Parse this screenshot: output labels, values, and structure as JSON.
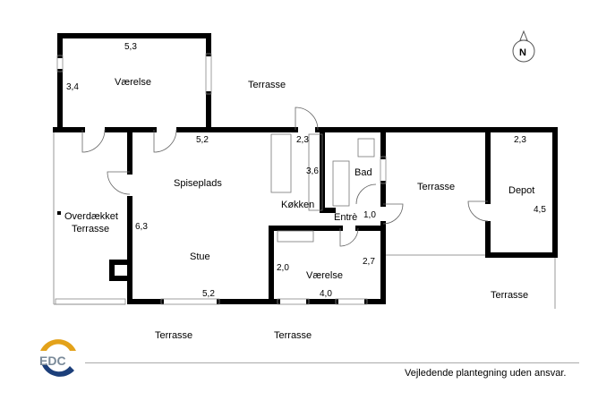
{
  "rooms": {
    "vaerelse_top": "Værelse",
    "terrasse_top": "Terrasse",
    "spiseplads": "Spiseplads",
    "koekken": "Køkken",
    "bad": "Bad",
    "entre": "Entrè",
    "terrasse_mid": "Terrasse",
    "depot": "Depot",
    "overdaekket_1": "Overdækket",
    "overdaekket_2": "Terrasse",
    "stue": "Stue",
    "vaerelse_small": "Værelse",
    "terrasse_bottom_left": "Terrasse",
    "terrasse_bottom_mid": "Terrasse",
    "terrasse_bottom_right": "Terrasse"
  },
  "dimensions": {
    "vaerelse_top_w": "5,3",
    "vaerelse_top_h": "3,4",
    "spiseplads_w": "5,2",
    "koekken_w": "2,3",
    "koekken_h": "3,6",
    "entre_w": "1,0",
    "depot_w": "2,3",
    "depot_h": "4,5",
    "stue_h": "6,3",
    "stue_w": "5,2",
    "vaerelse_small_h1": "2,0",
    "vaerelse_small_h2": "2,7",
    "vaerelse_small_w": "4,0"
  },
  "compass": "N",
  "logo": "EDC",
  "disclaimer": "Vejledende plantegning uden ansvar.",
  "colors": {
    "logo_gold": "#e3a21a",
    "logo_blue": "#1c3f7a",
    "logo_grey": "#7a8a99"
  }
}
